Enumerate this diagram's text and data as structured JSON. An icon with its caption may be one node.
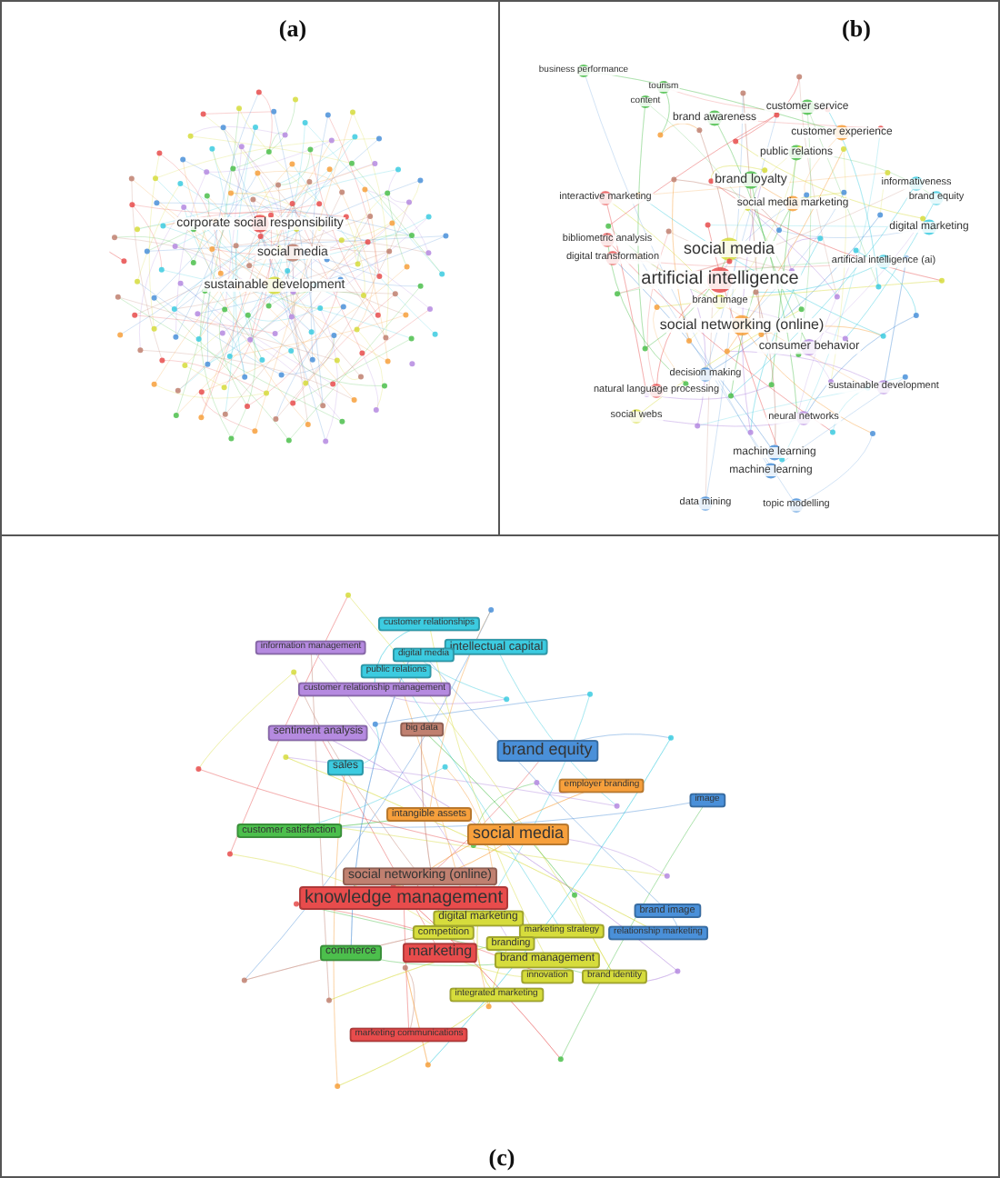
{
  "diagram": {
    "nodes": [
      {
        "text": [
          "(a)"
        ]
      },
      {
        "text": [
          "(b)"
        ]
      },
      {
        "text": [
          "(c)"
        ]
      }
    ],
    "labels": [
      "corporate social responsibility",
      "social media",
      "sustainable development",
      "business performance",
      "tourism",
      "content",
      "brand awareness",
      "customer service",
      "customer experience",
      "public relations",
      "brand loyalty",
      "social media marketing",
      "interactive marketing",
      "bibliometric analysis",
      "digital transformation",
      "social media",
      "digital marketing",
      "artificial intelligence (ai)",
      "artificial intelligence",
      "brand image",
      "social networking (online)",
      "consumer behavior",
      "decision making",
      "natural language processing",
      "sustainable development",
      "social webs",
      "neural networks",
      "machine learning",
      "machine learning",
      "data mining",
      "topic modelling",
      "informativeness",
      "brand equity",
      "customer relationships",
      "information management",
      "intellectual capital",
      "digital media",
      "public relations",
      "customer relationship management",
      "sentiment analysis",
      "big data",
      "sales",
      "brand equity",
      "employer branding",
      "image",
      "intangible assets",
      "customer satisfaction",
      "social media",
      "social networking (online)",
      "knowledge management",
      "digital marketing",
      "competition",
      "marketing",
      "commerce",
      "marketing strategy",
      "brand image",
      "relationship marketing",
      "branding",
      "brand management",
      "innovation",
      "brand identity",
      "integrated marketing",
      "marketing communications"
    ]
  }
}
